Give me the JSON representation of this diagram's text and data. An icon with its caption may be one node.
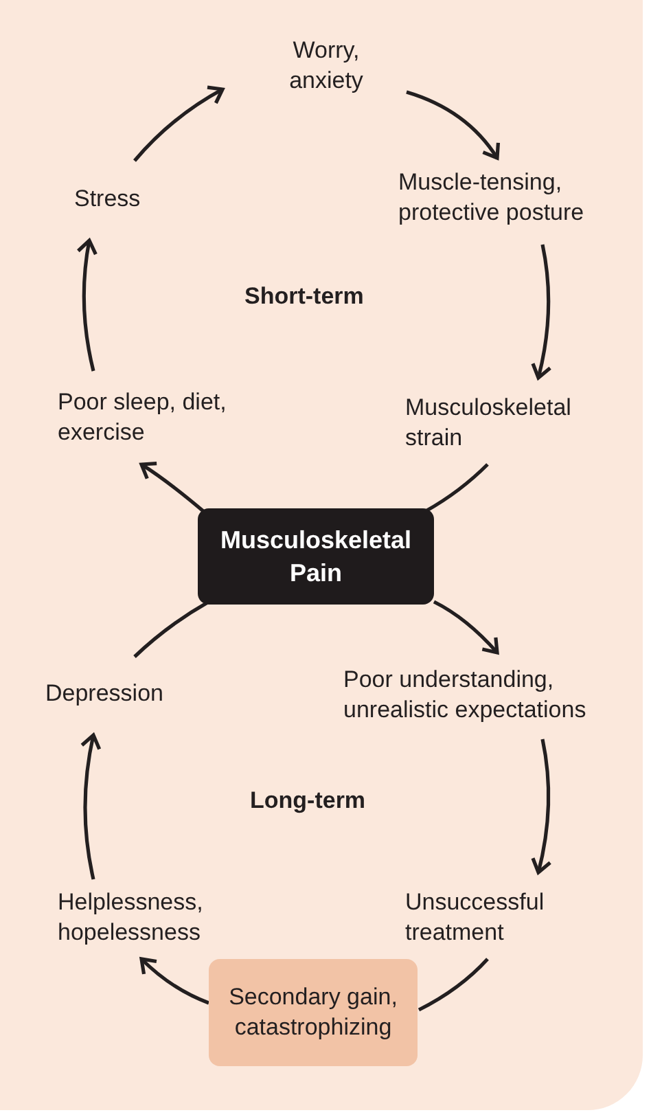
{
  "diagram": {
    "nodes": [
      {
        "text": [
          "Worry, anxiety"
        ]
      },
      {
        "text": [
          "Muscle-tensing, protective posture"
        ]
      },
      {
        "text": [
          "Musculoskeletal strain"
        ]
      },
      {
        "text": [
          "Musculoskeletal Pain"
        ]
      },
      {
        "text": [
          "Poor sleep, diet, exercise"
        ]
      },
      {
        "text": [
          "Stress"
        ]
      },
      {
        "text": [
          "Poor understanding, unrealistic expectations"
        ]
      },
      {
        "text": [
          "Unsuccessful treatment"
        ]
      },
      {
        "text": [
          "Secondary gain, catastrophizing"
        ]
      },
      {
        "text": [
          "Helplessness, hopelessness"
        ]
      },
      {
        "text": [
          "Depression"
        ]
      }
    ],
    "edges": [
      {
        "from": 0,
        "to": 1,
        "arrow": "to"
      },
      {
        "from": 1,
        "to": 2,
        "arrow": "to"
      },
      {
        "from": 2,
        "to": 3,
        "arrow": "none"
      },
      {
        "from": 3,
        "to": 4,
        "arrow": "to"
      },
      {
        "from": 4,
        "to": 5,
        "arrow": "to"
      },
      {
        "from": 5,
        "to": 0,
        "arrow": "to"
      },
      {
        "from": 3,
        "to": 6,
        "arrow": "to"
      },
      {
        "from": 6,
        "to": 7,
        "arrow": "to"
      },
      {
        "from": 7,
        "to": 8,
        "arrow": "none"
      },
      {
        "from": 8,
        "to": 9,
        "arrow": "to"
      },
      {
        "from": 9,
        "to": 10,
        "arrow": "to"
      },
      {
        "from": 10,
        "to": 3,
        "arrow": "none"
      }
    ],
    "labels": [
      "Short-term",
      "Long-term"
    ]
  }
}
